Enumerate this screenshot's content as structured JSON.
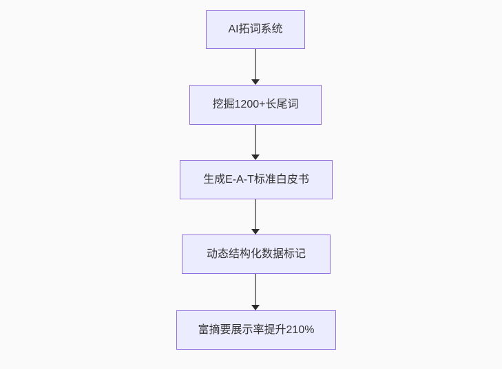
{
  "diagram": {
    "type": "flowchart",
    "direction": "top-down",
    "nodes": [
      {
        "id": "n1",
        "label": "AI拓词系统"
      },
      {
        "id": "n2",
        "label": "挖掘1200+长尾词"
      },
      {
        "id": "n3",
        "label": "生成E-A-T标准白皮书"
      },
      {
        "id": "n4",
        "label": "动态结构化数据标记"
      },
      {
        "id": "n5",
        "label": "富摘要展示率提升210%"
      }
    ],
    "edges": [
      {
        "from": "n1",
        "to": "n2",
        "style": "arrow-down"
      },
      {
        "from": "n2",
        "to": "n3",
        "style": "arrow-down"
      },
      {
        "from": "n3",
        "to": "n4",
        "style": "arrow-down"
      },
      {
        "from": "n4",
        "to": "n5",
        "style": "arrow-down"
      }
    ],
    "colors": {
      "background": "#fafafa",
      "node_fill": "#ECECFF",
      "node_border": "#9370DB",
      "node_text": "#333333",
      "edge_line": "#808080",
      "arrowhead": "#2b2b2b"
    }
  }
}
